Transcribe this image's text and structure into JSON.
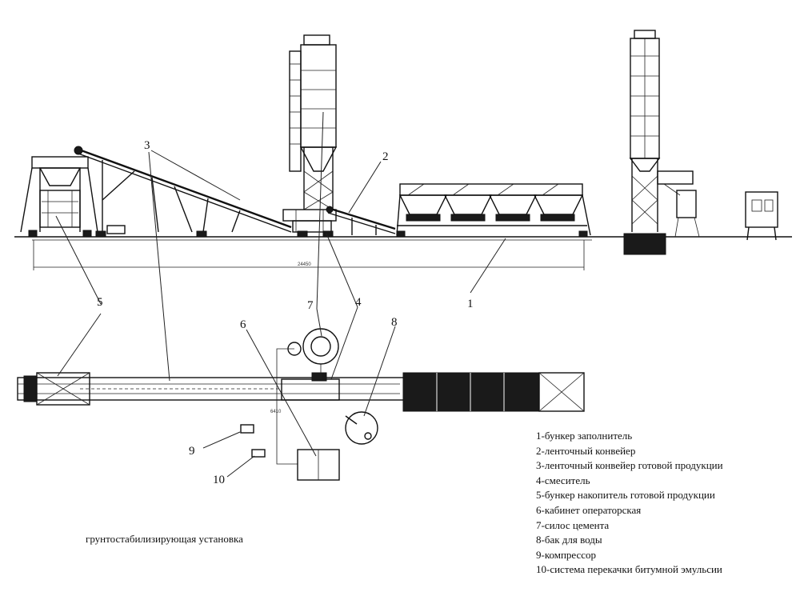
{
  "callouts": [
    "1",
    "2",
    "3",
    "4",
    "5",
    "6",
    "7",
    "8",
    "9",
    "10"
  ],
  "legend": [
    "1-бункер заполнитель",
    "2-ленточный конвейер",
    "3-ленточный конвейер готовой продукции",
    "4-смеситель",
    "5-бункер накопитель готовой продукции",
    "6-кабинет операторская",
    "7-силос цемента",
    "8-бак для воды",
    "9-компрессор",
    "10-система перекачки битумной эмульсии"
  ],
  "caption": "грунтостабилизирующая установка"
}
